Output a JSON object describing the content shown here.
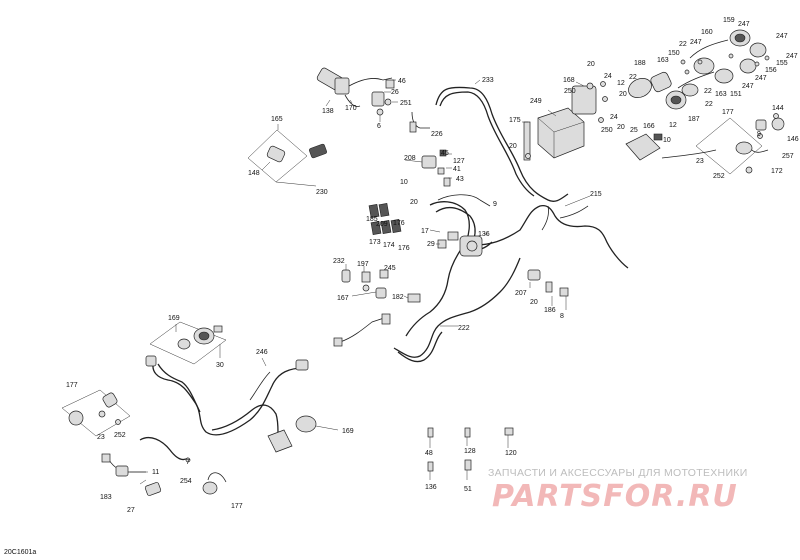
{
  "diagram_code": "20C1601a",
  "watermark": {
    "subtitle": "ЗАПЧАСТИ И АКСЕССУАРЫ ДЛЯ МОТОТЕХНИКИ",
    "logo": "PARTSFOR.RU"
  },
  "callouts": {
    "c138": "138",
    "c170": "170",
    "c46": "46",
    "c26": "26",
    "c251": "251",
    "c6": "6",
    "c233": "233",
    "c226": "226",
    "c165": "165",
    "c148": "148",
    "c230": "230",
    "c208": "208",
    "c45": "45",
    "c127": "127",
    "c41": "41",
    "c43": "43",
    "c10a": "10",
    "c20a": "20",
    "c9a": "9",
    "c185": "185",
    "c209": "209",
    "c176a": "176",
    "c173": "173",
    "c174": "174",
    "c176b": "176",
    "c17": "17",
    "c136a": "136",
    "c29": "29",
    "c215": "215",
    "c232": "232",
    "c197": "197",
    "c245": "245",
    "c167": "167",
    "c182": "182",
    "c207": "207",
    "c20b": "20",
    "c186": "186",
    "c8": "8",
    "c222": "222",
    "c175": "175",
    "c249": "249",
    "c168": "168",
    "c250a": "250",
    "c20c": "20",
    "c24a": "24",
    "c20d": "20",
    "c24b": "24",
    "c250b": "250",
    "c20e": "20",
    "c188": "188",
    "c12a": "12",
    "c22a": "22",
    "c20f": "20",
    "c25": "25",
    "c166": "166",
    "c10b": "10",
    "c12b": "12",
    "c187": "187",
    "c22b": "22",
    "c159": "159",
    "c247a": "247",
    "c160": "160",
    "c22c": "22",
    "c150": "150",
    "c163a": "163",
    "c247b": "247",
    "c247c": "247",
    "c156": "156",
    "c155": "155",
    "c247d": "247",
    "c22d": "22",
    "c163b": "163",
    "c151": "151",
    "c247e": "247",
    "c247f": "247",
    "c177a": "177",
    "c144": "144",
    "c9b": "9",
    "c146": "146",
    "c257": "257",
    "c23a": "23",
    "c252a": "252",
    "c172": "172",
    "c169a": "169",
    "c30": "30",
    "c246": "246",
    "c169b": "169",
    "c177b": "177",
    "c23b": "23",
    "c252b": "252",
    "c7": "7",
    "c11": "11",
    "c183": "183",
    "c27": "27",
    "c254": "254",
    "c177c": "177",
    "c48": "48",
    "c128": "128",
    "c120": "120",
    "c136b": "136",
    "c51": "51"
  },
  "colors": {
    "line": "#222222",
    "watermark_logo": "#f2b8b8",
    "watermark_text": "#bdbdbd"
  }
}
